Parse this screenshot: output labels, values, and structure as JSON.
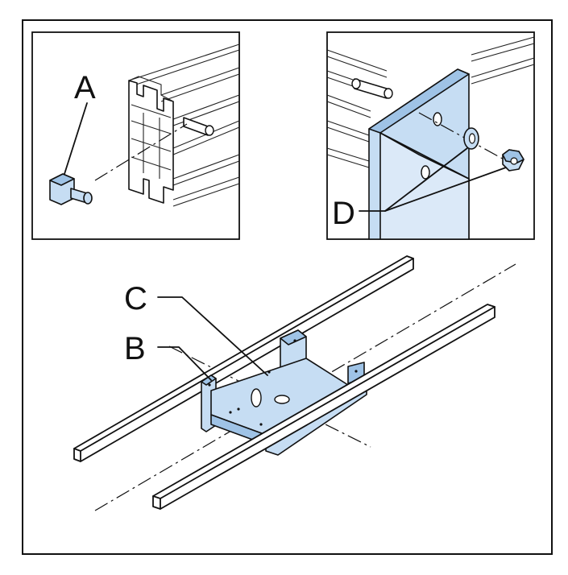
{
  "labels": {
    "a": "A",
    "b": "B",
    "c": "C",
    "d": "D"
  },
  "colors": {
    "part_fill": "#c6ddf3",
    "part_shade": "#9fc3e6",
    "outline": "#111111",
    "background": "#ffffff"
  },
  "parts": [
    {
      "id": "a",
      "name": "t-bolt-icon"
    },
    {
      "id": "b",
      "name": "mounting-bracket-icon"
    },
    {
      "id": "c",
      "name": "mounting-plate-icon"
    },
    {
      "id": "d",
      "name": "washer-and-nut-icon"
    }
  ]
}
